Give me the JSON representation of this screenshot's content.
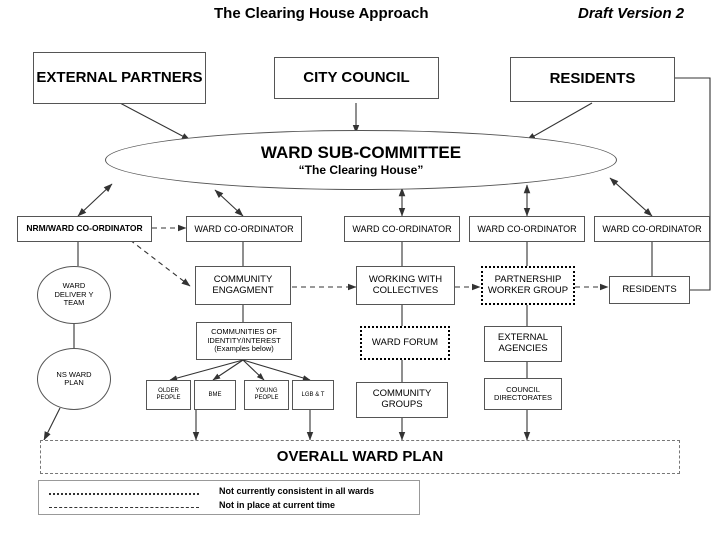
{
  "header": {
    "title": "The Clearing House Approach",
    "version": "Draft Version 2"
  },
  "top_row": [
    {
      "label": "EXTERNAL PARTNERS"
    },
    {
      "label": "CITY COUNCIL"
    },
    {
      "label": "RESIDENTS"
    }
  ],
  "hub": {
    "title": "WARD SUB-COMMITTEE",
    "subtitle": "“The Clearing House”"
  },
  "coordinators": [
    {
      "label": "NRM/WARD CO-ORDINATOR"
    },
    {
      "label": "WARD CO-ORDINATOR"
    },
    {
      "label": "WARD CO-ORDINATOR"
    },
    {
      "label": "WARD CO-ORDINATOR"
    },
    {
      "label": "WARD CO-ORDINATOR"
    }
  ],
  "circles": [
    {
      "label": "WARD DELIVER Y TEAM"
    },
    {
      "label": "NS WARD PLAN"
    }
  ],
  "column_two": {
    "engagement": "COMMUNITY ENGAGMENT",
    "communities_title": "COMMUNITIES OF IDENTITY/INTEREST",
    "communities_note": "(Examples below)",
    "examples": [
      {
        "label": "OLDER PEOPLE"
      },
      {
        "label": "BME"
      },
      {
        "label": "YOUNG PEOPLE"
      },
      {
        "label": "LGB & T"
      }
    ]
  },
  "column_three": {
    "collectives": "WORKING WITH COLLECTIVES",
    "ward_forum": "WARD FORUM",
    "community_groups": "COMMUNITY GROUPS"
  },
  "column_four": {
    "partnership": "PARTNERSHIP WORKER GROUP",
    "external_agencies": "EXTERNAL AGENCIES",
    "council_directorates": "COUNCIL DIRECTORATES"
  },
  "column_five": {
    "residents": "RESIDENTS"
  },
  "overall_plan": {
    "label": "OVERALL WARD PLAN"
  },
  "legend": {
    "items": [
      {
        "style": "dotted",
        "label": "Not currently consistent in all wards"
      },
      {
        "style": "dashed",
        "label": "Not in place at current time"
      }
    ]
  },
  "colors": {
    "line": "#555555",
    "text": "#000000",
    "background": "#ffffff"
  }
}
